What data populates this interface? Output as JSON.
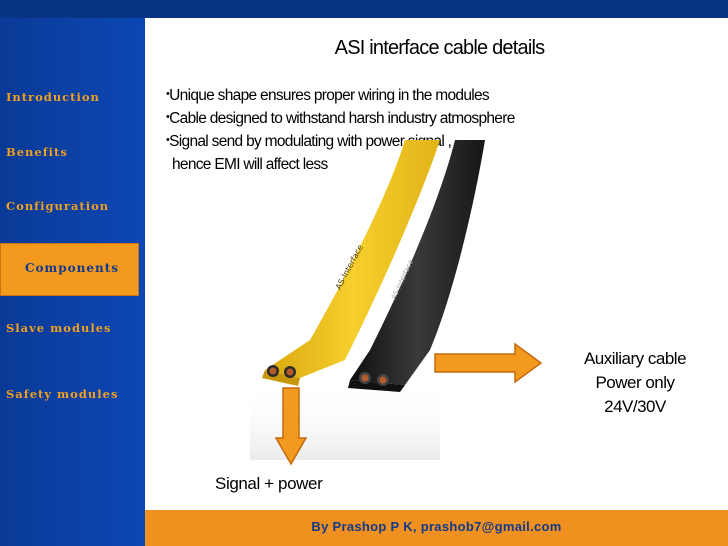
{
  "sidebar": {
    "items": [
      {
        "label": "Introduction",
        "active": false
      },
      {
        "label": "Benefits",
        "active": false
      },
      {
        "label": "Configuration",
        "active": false
      },
      {
        "label": "Components",
        "active": true
      },
      {
        "label": "Slave modules",
        "active": false
      },
      {
        "label": "Safety modules",
        "active": false
      }
    ]
  },
  "slide": {
    "title": "ASI interface cable details",
    "bullets": [
      "Unique shape ensures proper wiring in the modules",
      "Cable designed to withstand harsh industry atmosphere",
      "Signal send by modulating with power signal ,"
    ],
    "bullet_continuation": "hence EMI will affect less",
    "cable_image": {
      "yellow_cable_text": "AS-Interface",
      "black_cable_text": "AS-Interface"
    },
    "aux_label_lines": [
      "Auxiliary cable",
      "Power only",
      "24V/30V"
    ],
    "signal_label": "Signal + power"
  },
  "footer": {
    "text": "By  Prashop P K,  prashob7@gmail.com"
  },
  "colors": {
    "sidebar_bg": "#0b3fa0",
    "nav_text": "#f0a020",
    "active_bg": "#f39a1e",
    "footer_bg": "#f0901e",
    "footer_text": "#123a8c",
    "yellow_cable": "#f2c21a",
    "black_cable": "#1c1c1c"
  }
}
